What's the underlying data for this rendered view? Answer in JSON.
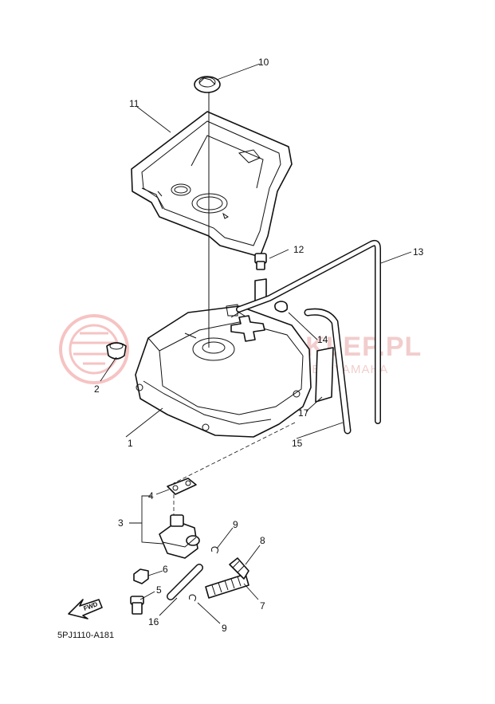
{
  "diagram_code": "5PJ1110-A181",
  "fwd_label": "FWD",
  "watermark": {
    "logo_text": "YAMAHA-SKLEP.PL",
    "dealer_text": "WOJCIECHOWICZ DEALER YAMAHA"
  },
  "callouts": [
    {
      "id": "1",
      "label": "1"
    },
    {
      "id": "2",
      "label": "2"
    },
    {
      "id": "3",
      "label": "3"
    },
    {
      "id": "4",
      "label": "4"
    },
    {
      "id": "5",
      "label": "5"
    },
    {
      "id": "6",
      "label": "6"
    },
    {
      "id": "7",
      "label": "7"
    },
    {
      "id": "8",
      "label": "8"
    },
    {
      "id": "9a",
      "label": "9"
    },
    {
      "id": "9b",
      "label": "9"
    },
    {
      "id": "10",
      "label": "10"
    },
    {
      "id": "11",
      "label": "11"
    },
    {
      "id": "12",
      "label": "12"
    },
    {
      "id": "13",
      "label": "13"
    },
    {
      "id": "14",
      "label": "14"
    },
    {
      "id": "15",
      "label": "15"
    },
    {
      "id": "16",
      "label": "16"
    },
    {
      "id": "17",
      "label": "17"
    }
  ]
}
